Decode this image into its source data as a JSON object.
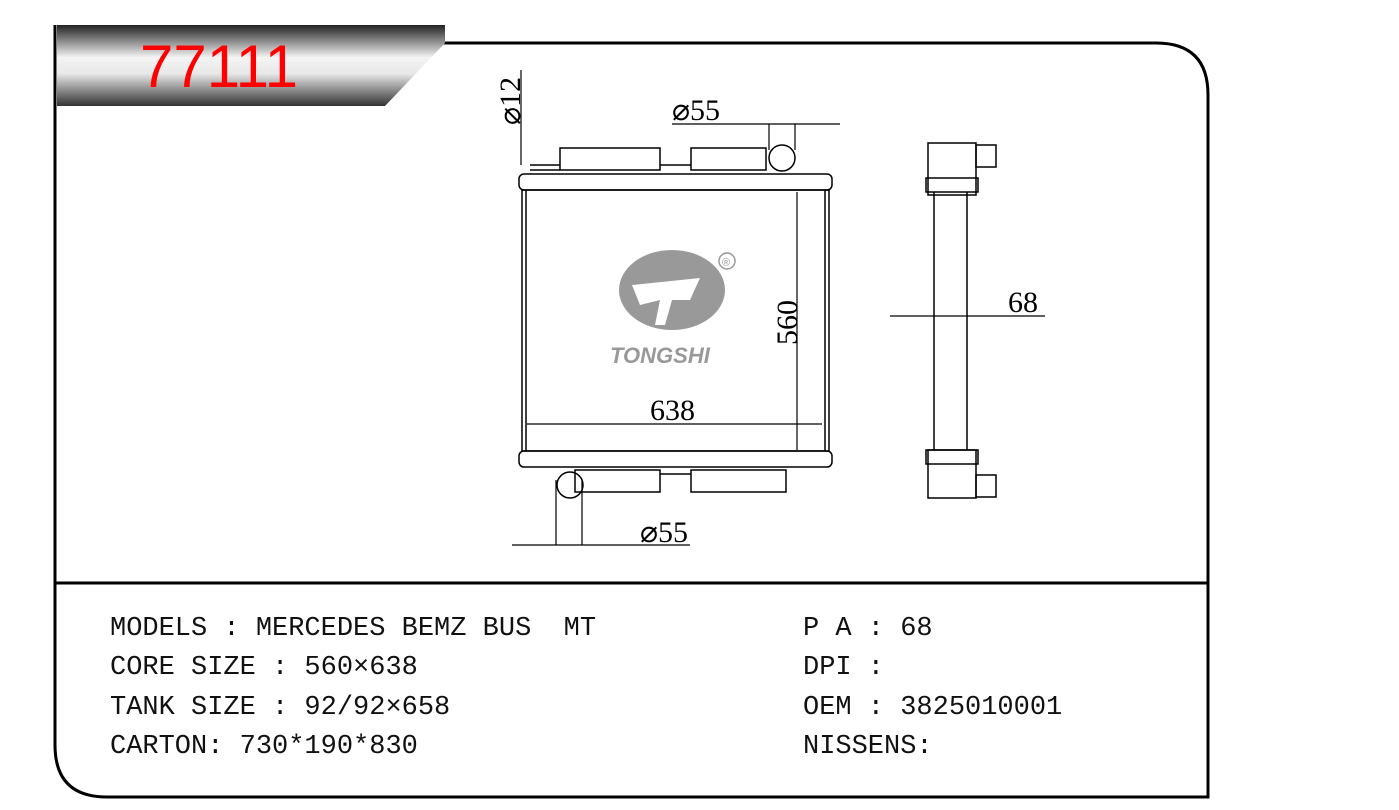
{
  "header": {
    "part_number": "77111"
  },
  "drawing": {
    "dim_inlet_small": "⌀12",
    "dim_top_pipe": "⌀55",
    "dim_bottom_pipe": "⌀55",
    "dim_height": "560",
    "dim_width": "638",
    "dim_depth": "68",
    "logo_text": "TONGSHI",
    "logo_mark": "®"
  },
  "specs": {
    "models": "MODELS : MERCEDES BEMZ BUS  MT",
    "core_size": "CORE SIZE : 560×638",
    "tank_size": "TANK SIZE : 92/92×658",
    "carton": "CARTON: 730*190*830",
    "pa": "P A : 68",
    "dpi": "DPI :",
    "oem": "OEM : 3825010001",
    "nissens": "NISSENS:"
  },
  "colors": {
    "title": "#ff0000",
    "logo": "#999999"
  }
}
